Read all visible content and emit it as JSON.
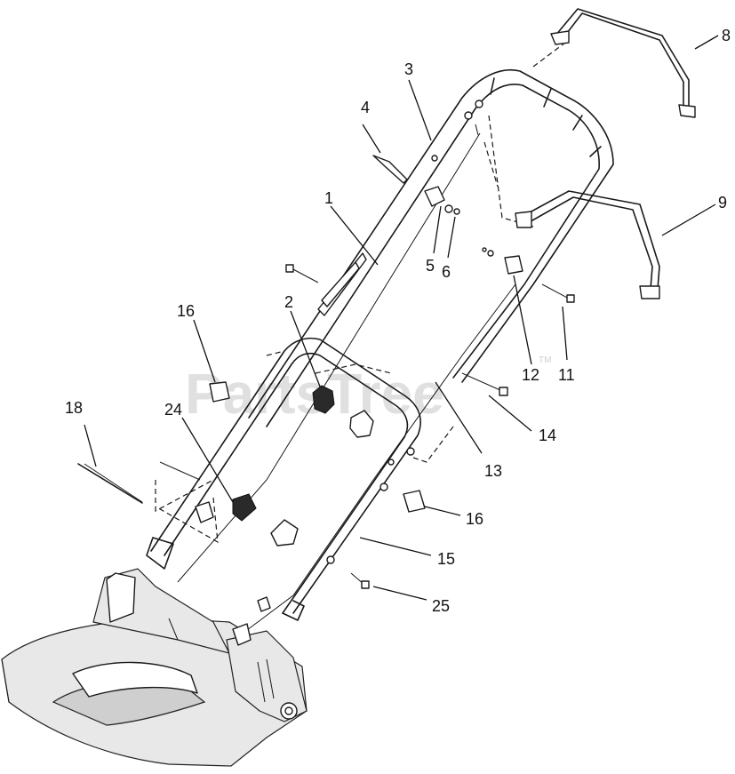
{
  "watermark": {
    "text": "PartsTree",
    "tm": "TM"
  },
  "callouts": {
    "c1": "1",
    "c2": "2",
    "c3": "3",
    "c4": "4",
    "c5": "5",
    "c6": "6",
    "c8": "8",
    "c9": "9",
    "c11": "11",
    "c12": "12",
    "c13": "13",
    "c14": "14",
    "c15": "15",
    "c16a": "16",
    "c16b": "16",
    "c18": "18",
    "c24": "24",
    "c25": "25"
  }
}
